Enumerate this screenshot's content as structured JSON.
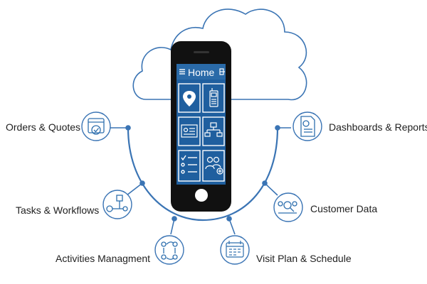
{
  "diagram": {
    "colors": {
      "accent": "#2e6fae",
      "line": "#3a74b4",
      "phone": "#111111",
      "screen": "#1f5f9f",
      "tile_border": "#ffffff",
      "cloud_stroke": "#3a74b4"
    },
    "phone": {
      "header_title": "Home",
      "tiles": [
        {
          "icon": "location-pin-icon"
        },
        {
          "icon": "mobile-device-icon"
        },
        {
          "icon": "contact-card-icon"
        },
        {
          "icon": "org-chart-icon"
        },
        {
          "icon": "checklist-icon"
        },
        {
          "icon": "add-user-group-icon"
        }
      ]
    },
    "features": [
      {
        "label": "Orders & Quotes",
        "icon": "calendar-check-icon"
      },
      {
        "label": "Tasks & Workflows",
        "icon": "workflow-icon"
      },
      {
        "label": "Activities Managment",
        "icon": "team-cycle-icon"
      },
      {
        "label": "Dashboards & Reports",
        "icon": "report-document-icon"
      },
      {
        "label": "Customer Data",
        "icon": "customer-search-icon"
      },
      {
        "label": "Visit Plan & Schedule",
        "icon": "schedule-calendar-icon"
      }
    ]
  }
}
